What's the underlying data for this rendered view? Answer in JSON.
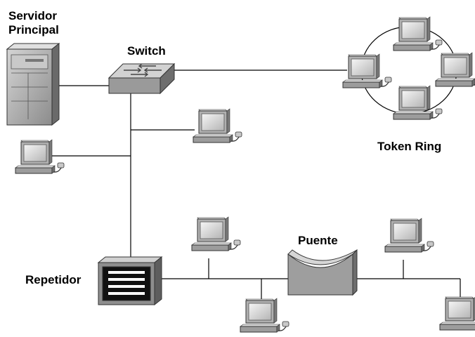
{
  "labels": {
    "server": "Servidor Principal",
    "switch": "Switch",
    "token_ring": "Token Ring",
    "repeater": "Repetidor",
    "bridge": "Puente"
  },
  "colors": {
    "line": "#000000",
    "device_gray": "#a8a8a8",
    "screen": "#e6e6e6"
  },
  "icons": {
    "workstation": "desktop-computer-icon",
    "server": "server-tower-icon",
    "switch": "network-switch-icon",
    "repeater": "repeater-hub-icon",
    "bridge": "bridge-icon"
  }
}
